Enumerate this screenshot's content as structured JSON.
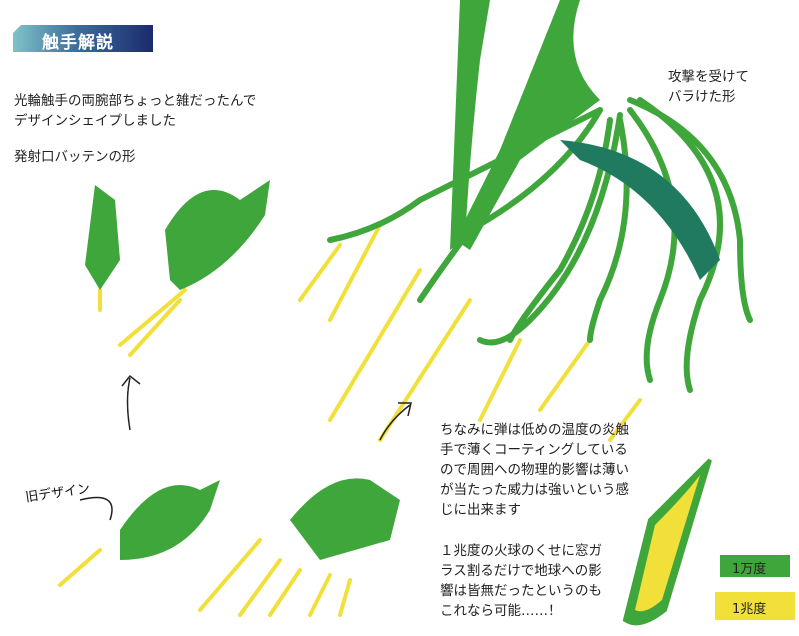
{
  "header": {
    "title": "触手解説"
  },
  "notes": {
    "intro_line1": "光輪触手の両腕部ちょっと雑だったんで",
    "intro_line2": "デザインシェイプしました",
    "launcher": "発射口バッテンの形",
    "scattered_line1": "攻撃を受けて",
    "scattered_line2": "バラけた形",
    "old_design": "旧デザイン",
    "bullet_line1": "ちなみに弾は低めの温度の炎触",
    "bullet_line2": "手で薄くコーティングしている",
    "bullet_line3": "ので周囲への物理的影響は薄い",
    "bullet_line4": "が当たった威力は強いという感",
    "bullet_line5": "じに出来ます",
    "fireball_line1": "１兆度の火球のくせに窓ガ",
    "fireball_line2": "ラス割るだけで地球への影",
    "fireball_line3": "響は皆無だったというのも",
    "fireball_line4": "これなら可能……！"
  },
  "legend": {
    "outer_label": "1万度",
    "outer_color": "#3fa63c",
    "inner_label": "1兆度",
    "inner_color": "#f2e03a"
  },
  "colors": {
    "tentacle": "#3fa63c",
    "tentacle_dark": "#1f7a60",
    "beam": "#f2e03a"
  }
}
